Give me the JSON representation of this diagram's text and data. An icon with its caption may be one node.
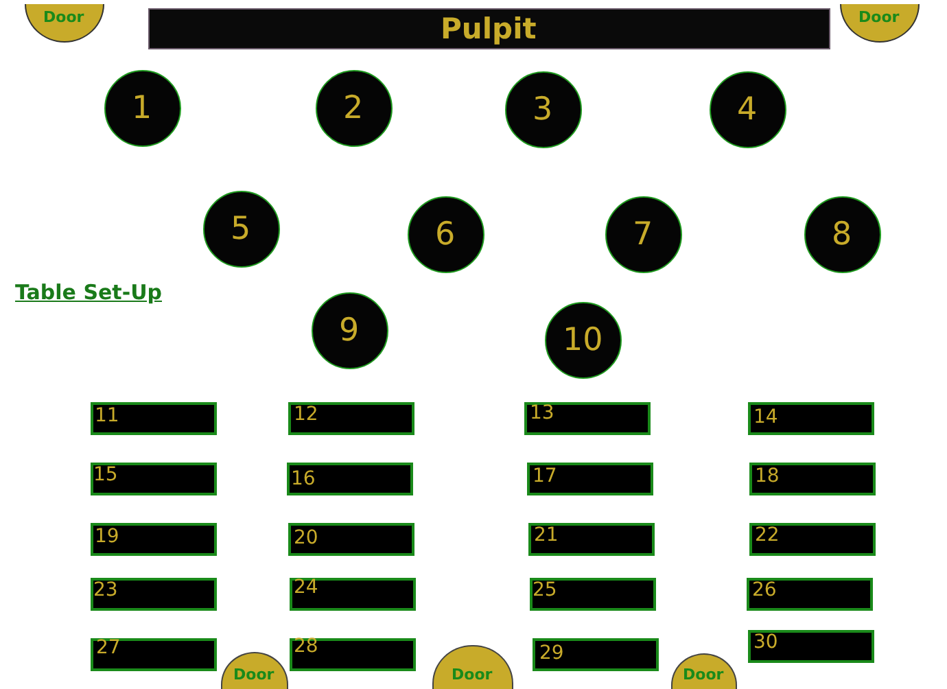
{
  "diagram": {
    "nodes": [
      {
        "text": [
          "Door"
        ]
      },
      {
        "text": [
          "Pulpit"
        ]
      },
      {
        "text": [
          "Door"
        ]
      },
      {
        "text": [
          "1"
        ]
      },
      {
        "text": [
          "2"
        ]
      },
      {
        "text": [
          "3"
        ]
      },
      {
        "text": [
          "4"
        ]
      },
      {
        "text": [
          "5"
        ]
      },
      {
        "text": [
          "6"
        ]
      },
      {
        "text": [
          "7"
        ]
      },
      {
        "text": [
          "8"
        ]
      },
      {
        "text": [
          "9"
        ]
      },
      {
        "text": [
          "10"
        ]
      },
      {
        "text": [
          "11"
        ]
      },
      {
        "text": [
          "12"
        ]
      },
      {
        "text": [
          "13"
        ]
      },
      {
        "text": [
          "14"
        ]
      },
      {
        "text": [
          "15"
        ]
      },
      {
        "text": [
          "16"
        ]
      },
      {
        "text": [
          "17"
        ]
      },
      {
        "text": [
          "18"
        ]
      },
      {
        "text": [
          "19"
        ]
      },
      {
        "text": [
          "20"
        ]
      },
      {
        "text": [
          "21"
        ]
      },
      {
        "text": [
          "22"
        ]
      },
      {
        "text": [
          "23"
        ]
      },
      {
        "text": [
          "24"
        ]
      },
      {
        "text": [
          "25"
        ]
      },
      {
        "text": [
          "26"
        ]
      },
      {
        "text": [
          "27"
        ]
      },
      {
        "text": [
          "28"
        ]
      },
      {
        "text": [
          "29"
        ]
      },
      {
        "text": [
          "30"
        ]
      },
      {
        "text": [
          "Door"
        ]
      },
      {
        "text": [
          "Door"
        ]
      },
      {
        "text": [
          "Door"
        ]
      }
    ],
    "labels": [
      "Table Set-Up"
    ]
  }
}
